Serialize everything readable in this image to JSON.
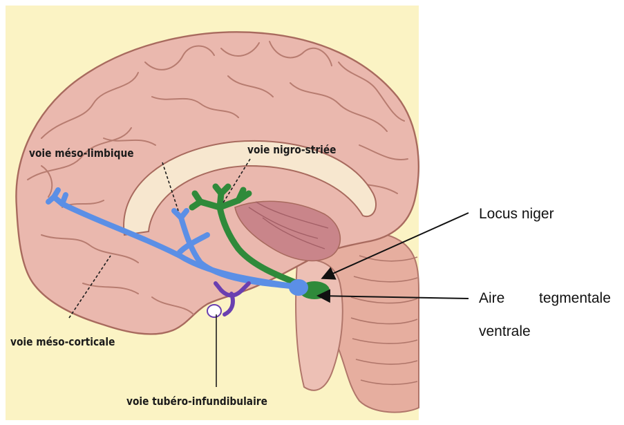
{
  "figure": {
    "background_color": "#fbf3c4",
    "brain_color": "#eab8ae",
    "pathway_colors": {
      "meso": "#5b8fe6",
      "nigro": "#2f8a3a",
      "tubero": "#6a3fb0"
    },
    "labels": {
      "meso_limbique": "voie méso-limbique",
      "nigro_striee": "voie nigro-striée",
      "meso_corticale": "voie méso-corticale",
      "tubero_infundibulaire": "voie tubéro-infundibulaire"
    }
  },
  "annotations": {
    "locus_niger": "Locus niger",
    "aire_tegmentale_line1": "Aire",
    "aire_tegmentale_line1b": "tegmentale",
    "aire_tegmentale_line2": "ventrale"
  }
}
